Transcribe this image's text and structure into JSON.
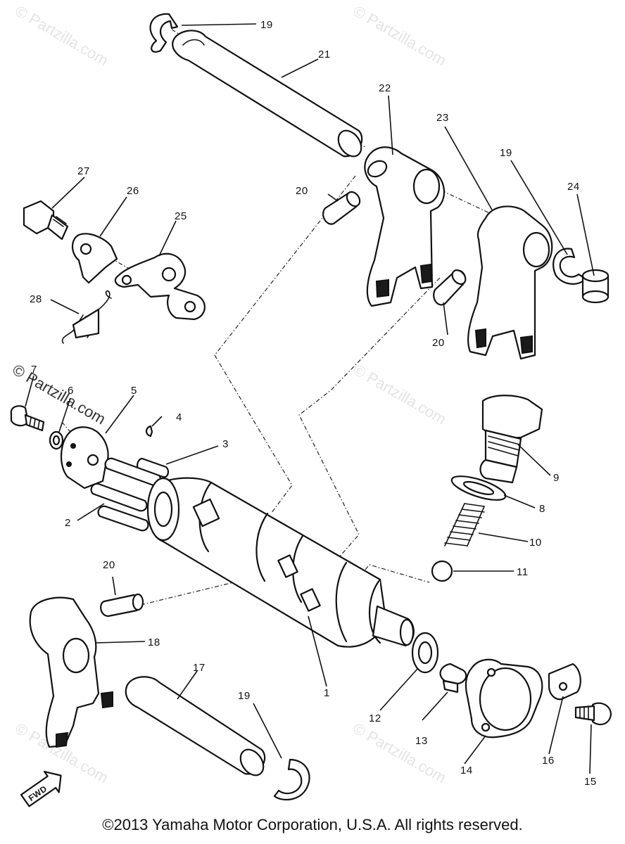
{
  "watermark": "© Partzilla.com",
  "watermark_prominent": "© Partzilla.com",
  "fwd_label": "FWD",
  "callouts": {
    "c1": "1",
    "c2": "2",
    "c3": "3",
    "c4": "4",
    "c5": "5",
    "c6": "6",
    "c7": "7",
    "c8": "8",
    "c9": "9",
    "c10": "10",
    "c11": "11",
    "c12": "12",
    "c13": "13",
    "c14": "14",
    "c15": "15",
    "c16": "16",
    "c17": "17",
    "c18": "18",
    "c19a": "19",
    "c19b": "19",
    "c19c": "19",
    "c20a": "20",
    "c20b": "20",
    "c20c": "20",
    "c21": "21",
    "c22": "22",
    "c23": "23",
    "c24": "24",
    "c25": "25",
    "c26": "26",
    "c27": "27",
    "c28": "28"
  },
  "copyright": "©2013 Yamaha Motor Corporation, U.S.A. All rights reserved."
}
